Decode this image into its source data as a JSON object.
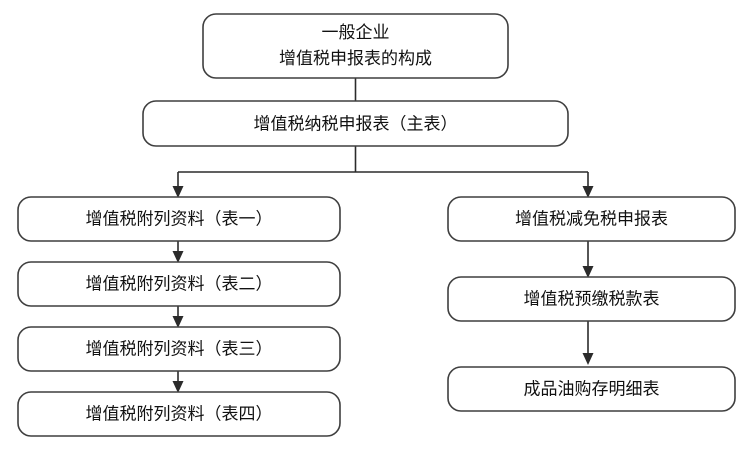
{
  "diagram": {
    "title_node": {
      "id": "root",
      "line1": "一般企业",
      "line2": "增值税申报表的构成"
    },
    "main_node": {
      "id": "main-form",
      "label": "增值税纳税申报表（主表）"
    },
    "left_branch": {
      "label": "left-column",
      "nodes": [
        {
          "id": "attachment-1",
          "label": "增值税附列资料（表一）"
        },
        {
          "id": "attachment-2",
          "label": "增值税附列资料（表二）"
        },
        {
          "id": "attachment-3",
          "label": "增值税附列资料（表三）"
        },
        {
          "id": "attachment-4",
          "label": "增值税附列资料（表四）"
        }
      ]
    },
    "right_branch": {
      "label": "right-column",
      "nodes": [
        {
          "id": "reduction-form",
          "label": "增值税减免税申报表"
        },
        {
          "id": "prepaid-form",
          "label": "增值税预缴税款表"
        },
        {
          "id": "oil-form",
          "label": "成品油购存明细表"
        }
      ]
    },
    "colors": {
      "box_stroke": "#3f3f3f",
      "box_fill": "#ffffff",
      "connector": "#2b2b2b",
      "text": "#111111",
      "background": "#ffffff"
    }
  }
}
